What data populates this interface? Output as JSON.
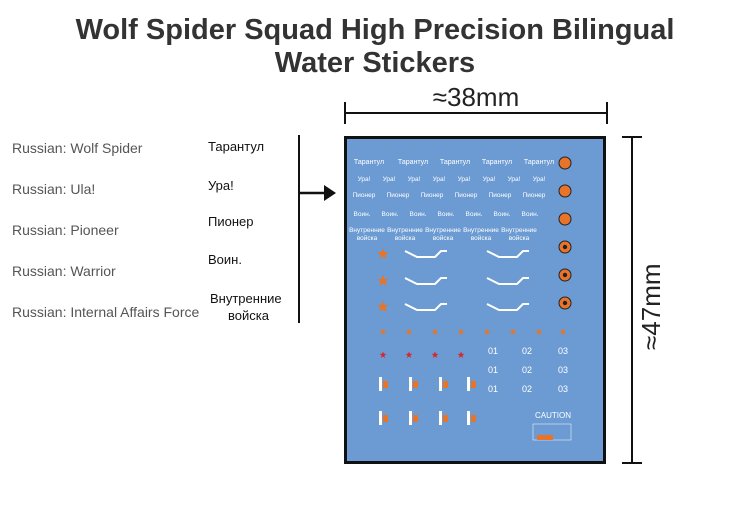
{
  "title": "Wolf Spider Squad High Precision Bilingual Water Stickers",
  "english_labels": [
    "Russian: Wolf Spider",
    "Russian: Ula!",
    "Russian: Pioneer",
    "Russian: Warrior",
    "Russian: Internal Affairs Force"
  ],
  "russian_labels": [
    "Тарантул",
    "Ура!",
    "Пионер",
    "Воин.",
    "Внутренние",
    "войска"
  ],
  "dimensions": {
    "width": "≈38mm",
    "height": "≈47mm"
  },
  "sheet": {
    "rows": {
      "row1": "Тарантул",
      "row2": "Ура!",
      "row3": "Пионер",
      "row4": "Воин.",
      "row5_line1": "Внутренние",
      "row5_line2": "войска"
    },
    "numbers": [
      "01",
      "02",
      "03"
    ],
    "caution": "CAUTION"
  },
  "colors": {
    "sheet_bg": "#6b9bd2",
    "orange": "#e8742a",
    "red": "#d7262b",
    "white": "#ffffff"
  }
}
